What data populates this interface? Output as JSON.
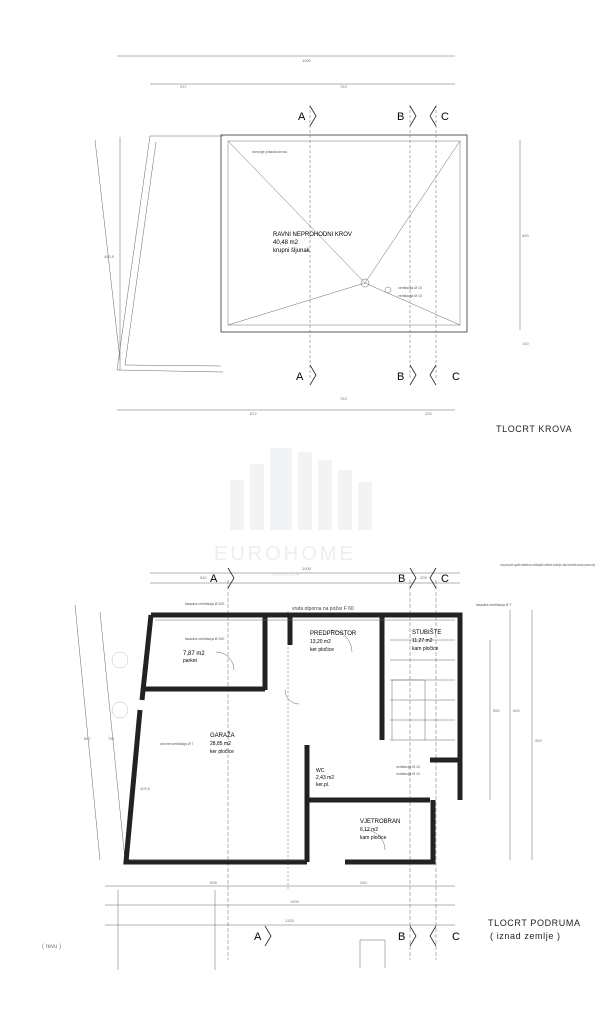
{
  "roof_plan": {
    "title": "TLOCRT KROVA",
    "room": {
      "name": "RAVNI NEPROHODNI KROV",
      "area": "40,48 m2",
      "finish": "krupni šljunak"
    },
    "notes": [
      "otvor/ge prilaska krovu",
      "ventilacija Ø 10",
      "ventilacija Ø 10"
    ],
    "dims": {
      "top_total": "1000",
      "top_left": "237",
      "top_right": "763",
      "bottom_left": "872",
      "bottom_mid": "763",
      "bottom_right": "225",
      "right_main": "600",
      "right_small": "100",
      "diag": "450,5"
    },
    "section_marks": [
      "A",
      "B",
      "C"
    ]
  },
  "basement_plan": {
    "title": "TLOCRT PODRUMA",
    "subtitle": "( iznad zemlje )",
    "rooms": [
      {
        "name": "7,87 m2",
        "area": "parket",
        "finish": ""
      },
      {
        "name": "PREDPROSTOR",
        "area": "13,20 m2",
        "finish": "ker pločice"
      },
      {
        "name": "STUBIŠTE",
        "area": "11,27 m2",
        "finish": "kam pločice"
      },
      {
        "name": "GARAŽA",
        "area": "28,85 m2",
        "finish": "ker pločice"
      },
      {
        "name": "WC",
        "area": "2,43 m2",
        "finish": "ker.pl."
      },
      {
        "name": "VJETROBRAN",
        "area": "6,12 m2",
        "finish": "kam pločice"
      }
    ],
    "door_note": "vrata otporna na požar F 60",
    "notes": [
      "fasadna ventilacija Ø 100",
      "fasadna ventilacija Ø 100",
      "otvorni ventilacija Ø 7",
      "fasadna ventilacija Ø 7",
      "ventilacija Ø 10",
      "ventilacija Ø 10"
    ],
    "side_note": "s stropne ploče ugraditi nadstrešnicu ventilacijskim zaštitnim ventilacija, nakon završetka radova (premaz anti)",
    "dims": {
      "top_total": "1000",
      "top_left": "540",
      "top_right": "205",
      "left_total": "887",
      "left_b": "751",
      "left_c": "409,5",
      "bottom_a": "598",
      "bottom_b": "260",
      "bottom_total": "1000",
      "bottom_c": "1320",
      "right_a": "550",
      "right_b": "600",
      "right_c": "900"
    },
    "section_marks": [
      "A",
      "B",
      "C"
    ]
  },
  "watermark": {
    "brand": "EUROHOME",
    "tagline": "nekretnine"
  },
  "caption": "( revu )"
}
